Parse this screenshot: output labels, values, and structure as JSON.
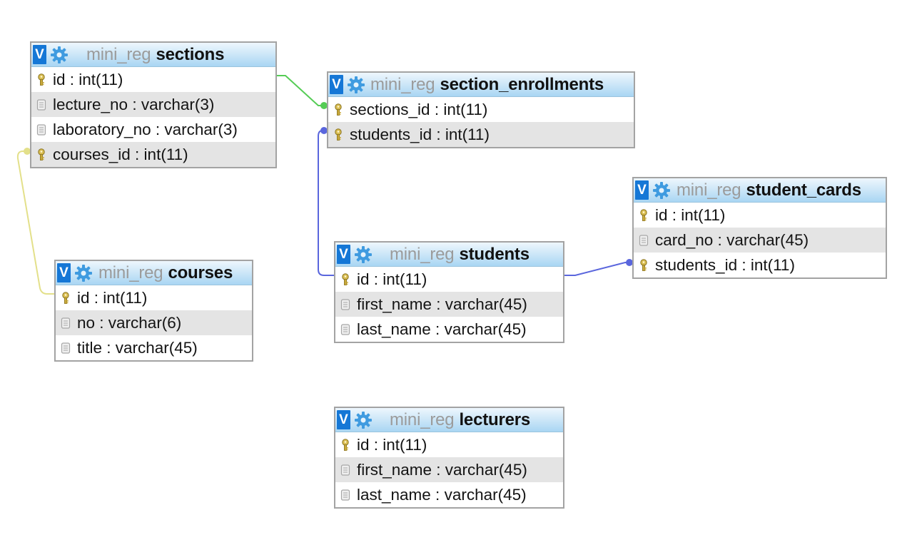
{
  "tables": [
    {
      "key": "sections",
      "db": "mini_reg",
      "name": "sections",
      "toggle_label": "V",
      "gear_icon": "gear-icon",
      "columns": [
        {
          "text": "id : int(11)",
          "icon": "key-icon"
        },
        {
          "text": "lecture_no : varchar(3)",
          "icon": "column-icon"
        },
        {
          "text": "laboratory_no : varchar(3)",
          "icon": "column-icon"
        },
        {
          "text": "courses_id : int(11)",
          "icon": "key-icon"
        }
      ]
    },
    {
      "key": "section_enrollments",
      "db": "mini_reg",
      "name": "section_enrollments",
      "toggle_label": "V",
      "gear_icon": "gear-icon",
      "columns": [
        {
          "text": "sections_id : int(11)",
          "icon": "key-icon"
        },
        {
          "text": "students_id : int(11)",
          "icon": "key-icon"
        }
      ]
    },
    {
      "key": "student_cards",
      "db": "mini_reg",
      "name": "student_cards",
      "toggle_label": "V",
      "gear_icon": "gear-icon",
      "columns": [
        {
          "text": "id : int(11)",
          "icon": "key-icon"
        },
        {
          "text": "card_no : varchar(45)",
          "icon": "column-icon"
        },
        {
          "text": "students_id : int(11)",
          "icon": "key-icon"
        }
      ]
    },
    {
      "key": "students",
      "db": "mini_reg",
      "name": "students",
      "toggle_label": "V",
      "gear_icon": "gear-icon",
      "columns": [
        {
          "text": "id : int(11)",
          "icon": "key-icon"
        },
        {
          "text": "first_name : varchar(45)",
          "icon": "column-icon"
        },
        {
          "text": "last_name : varchar(45)",
          "icon": "column-icon"
        }
      ]
    },
    {
      "key": "courses",
      "db": "mini_reg",
      "name": "courses",
      "toggle_label": "V",
      "gear_icon": "gear-icon",
      "columns": [
        {
          "text": "id : int(11)",
          "icon": "key-icon"
        },
        {
          "text": "no : varchar(6)",
          "icon": "column-icon"
        },
        {
          "text": "title : varchar(45)",
          "icon": "column-icon"
        }
      ]
    },
    {
      "key": "lecturers",
      "db": "mini_reg",
      "name": "lecturers",
      "toggle_label": "V",
      "gear_icon": "gear-icon",
      "columns": [
        {
          "text": "id : int(11)",
          "icon": "key-icon"
        },
        {
          "text": "first_name : varchar(45)",
          "icon": "column-icon"
        },
        {
          "text": "last_name : varchar(45)",
          "icon": "column-icon"
        }
      ]
    }
  ],
  "relations": [
    {
      "from": "sections.courses_id",
      "to": "courses.id",
      "color": "#e3e08a"
    },
    {
      "from": "section_enrollments.sections_id",
      "to": "sections.id",
      "color": "#55cc55"
    },
    {
      "from": "section_enrollments.students_id",
      "to": "students.id",
      "color": "#5a66dd"
    },
    {
      "from": "student_cards.students_id",
      "to": "students.id",
      "color": "#5a66dd"
    }
  ],
  "colors": {
    "header_toggle": "#1577d6",
    "gear": "#3f9be0",
    "row_alt": "#e4e4e4",
    "border": "#a3a3a3",
    "key_icon": "#c9a93a"
  }
}
